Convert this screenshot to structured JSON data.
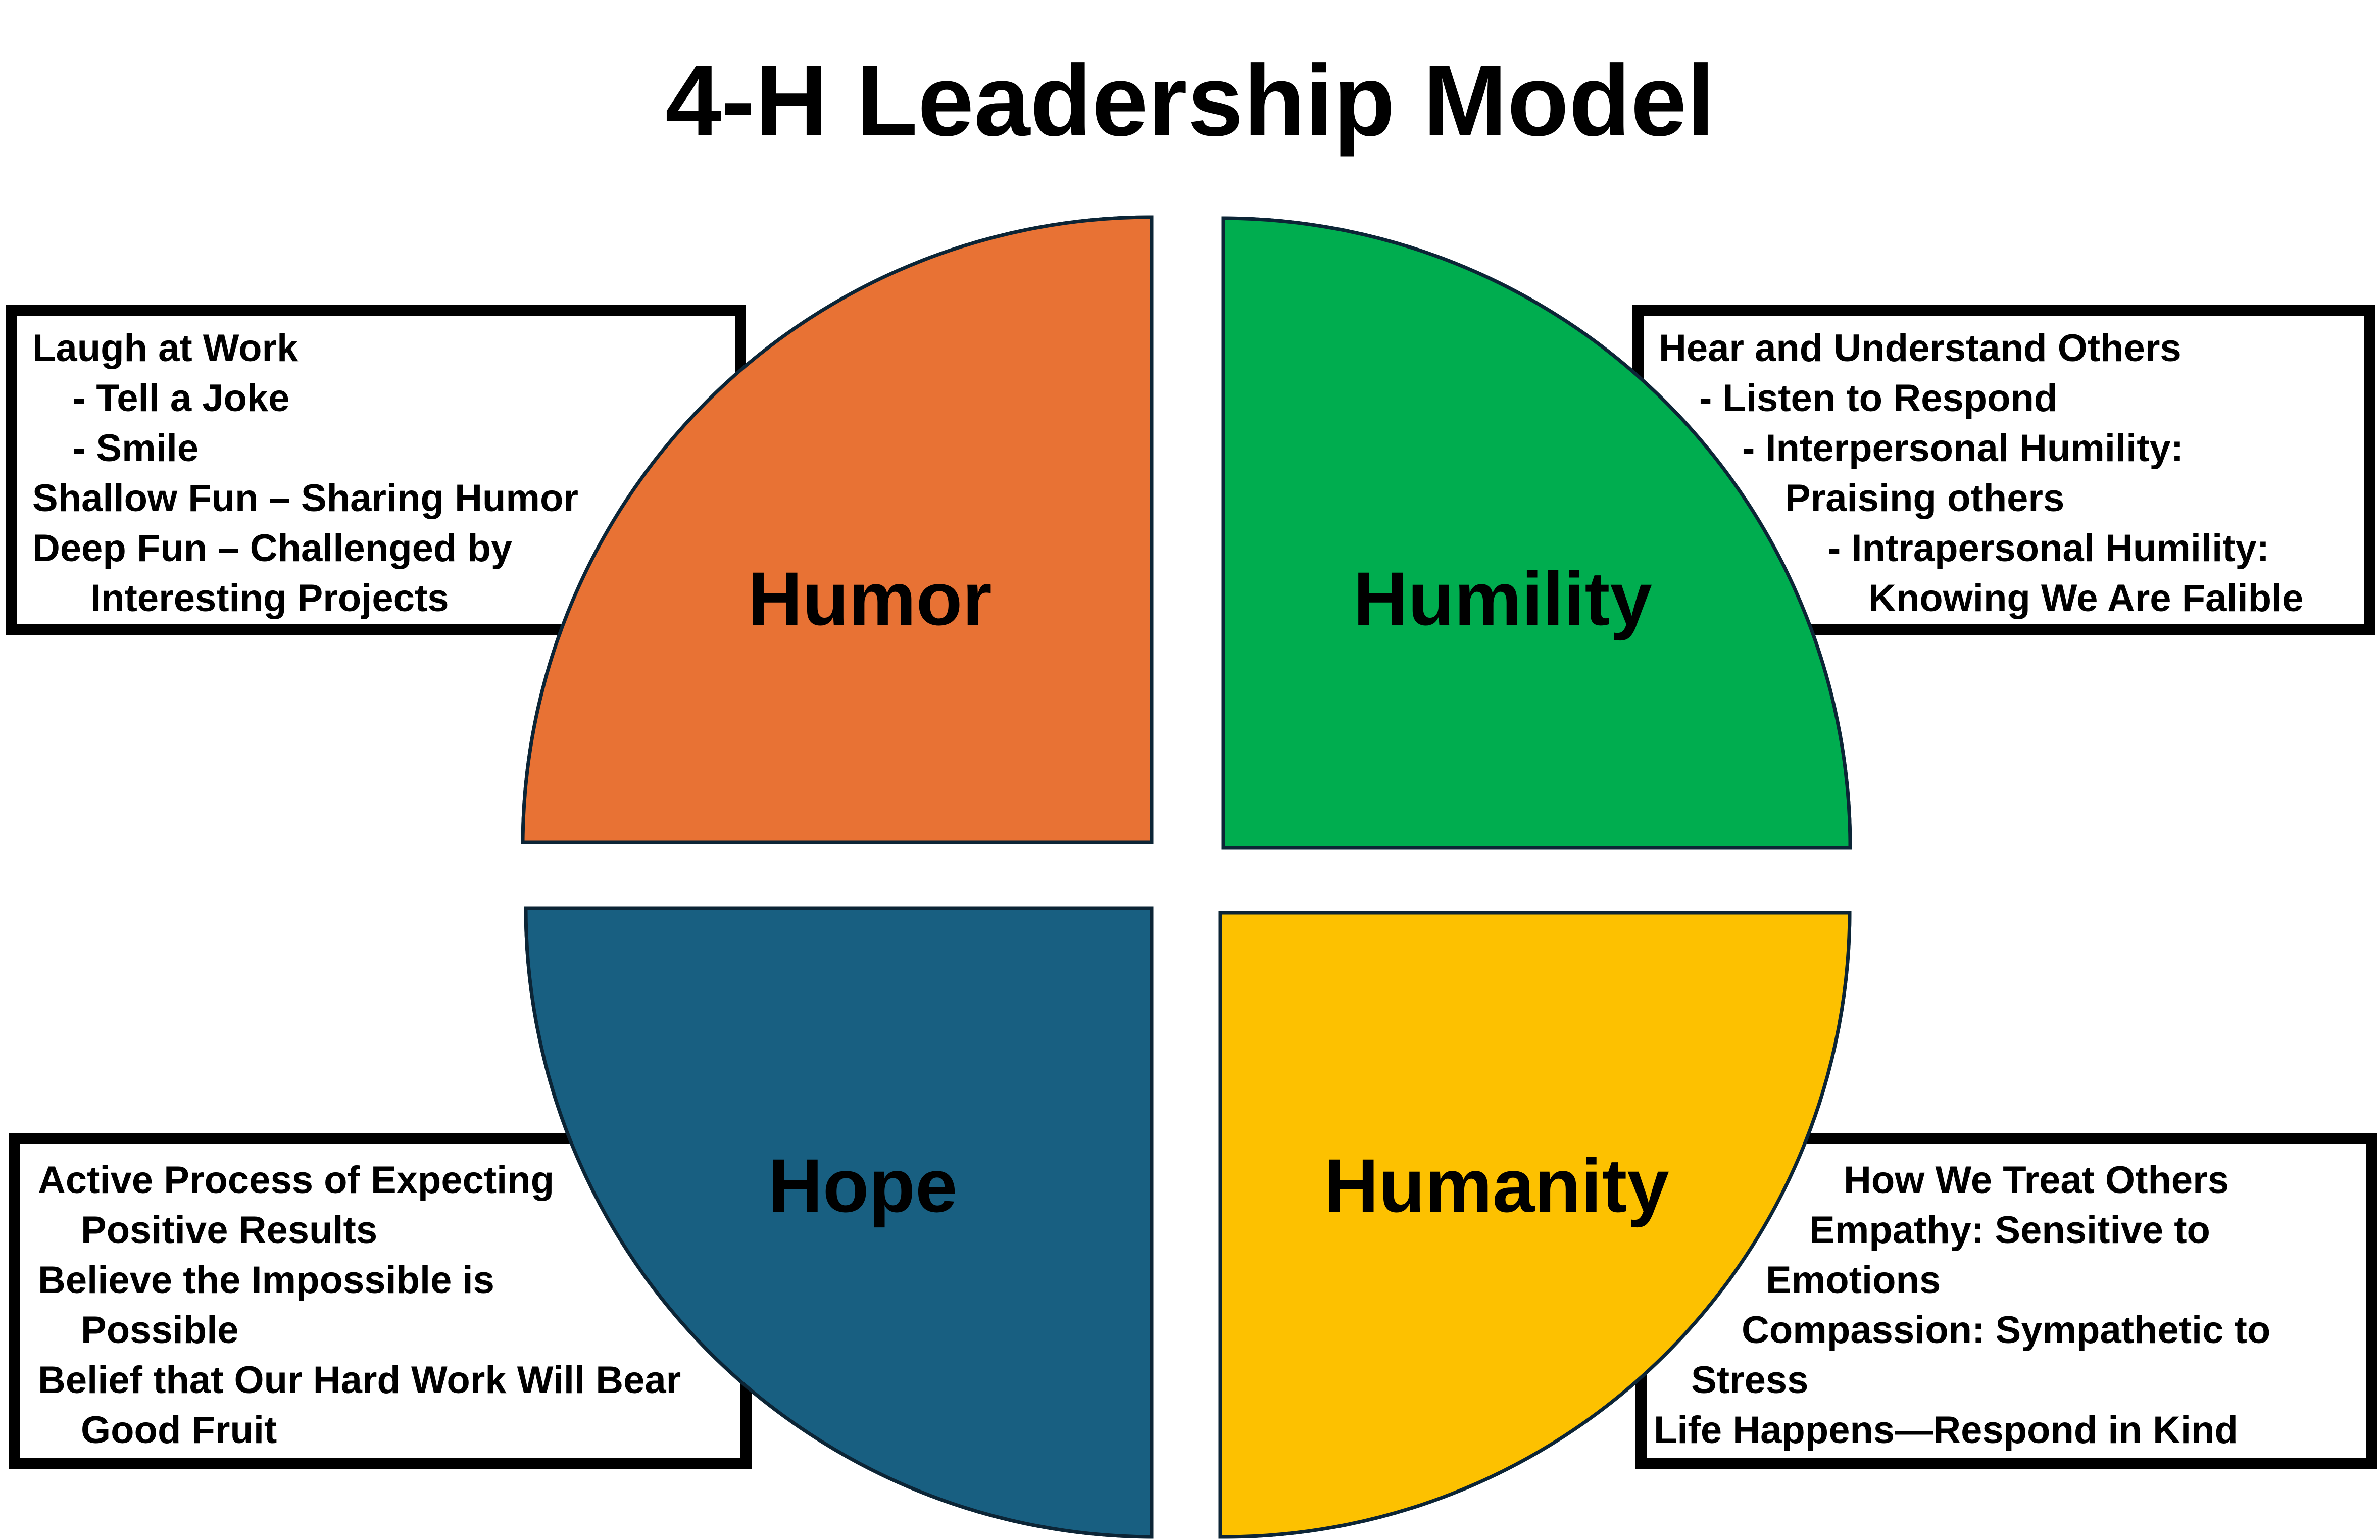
{
  "title": "4-H Leadership Model",
  "colors": {
    "humor": "#E87234",
    "humility": "#00AD4F",
    "hope": "#185F81",
    "humanity": "#FDC100",
    "outline": "#0C2536",
    "box_border": "#000000"
  },
  "quadrants": {
    "humor": {
      "label": "Humor"
    },
    "humility": {
      "label": "Humility"
    },
    "hope": {
      "label": "Hope"
    },
    "humanity": {
      "label": "Humanity"
    }
  },
  "boxes": {
    "humor": {
      "lines": [
        "Laugh at Work",
        "- Tell a Joke",
        "- Smile",
        "Shallow Fun – Sharing Humor",
        "Deep Fun – Challenged by",
        "Interesting Projects"
      ]
    },
    "humility": {
      "lines": [
        "Hear and Understand Others",
        "- Listen to Respond",
        "- Interpersonal Humility:",
        "Praising others",
        "- Intrapersonal Humility:",
        "Knowing We Are Falible"
      ]
    },
    "hope": {
      "lines": [
        "Active Process of Expecting",
        "Positive Results",
        "Believe the Impossible is",
        "Possible",
        "Belief that Our Hard Work Will Bear",
        "Good Fruit"
      ]
    },
    "humanity": {
      "lines": [
        "How We Treat Others",
        "Empathy: Sensitive to",
        "Emotions",
        "Compassion: Sympathetic to",
        "Stress",
        "Life Happens—Respond in Kind"
      ]
    }
  }
}
